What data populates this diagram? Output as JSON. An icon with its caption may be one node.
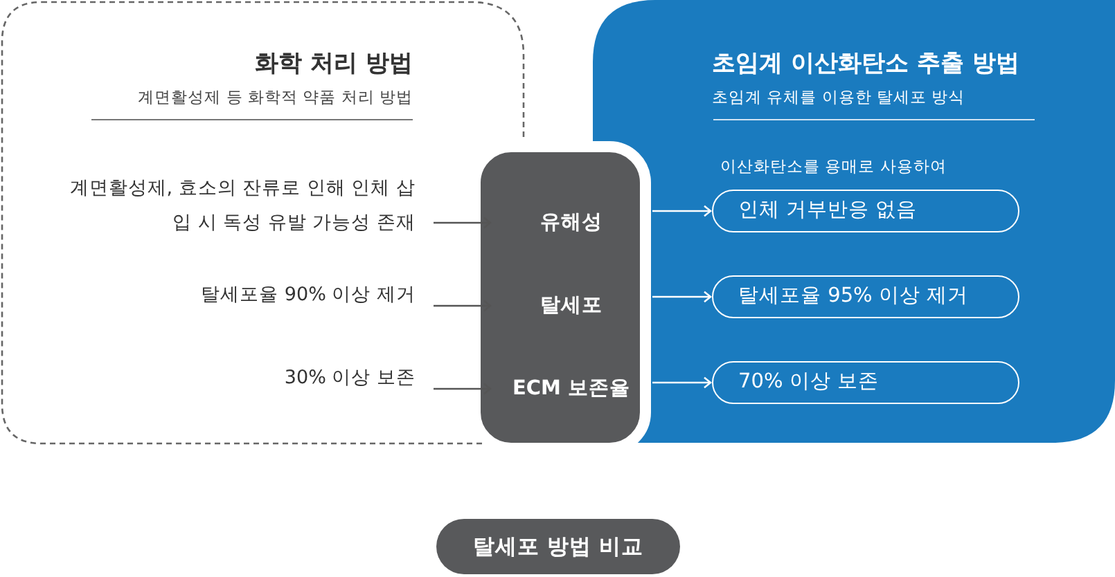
{
  "diagram": {
    "caption": "탈세포 방법 비교",
    "nodes": [
      {
        "text": [
          "화학 처리 방법",
          "계면활성제 등 화학적 약품 처리 방법"
        ]
      },
      {
        "text": [
          "초임계 이산화탄소 추출 방법",
          "초임계 유체를 이용한 탈세포 방식"
        ]
      },
      {
        "text": [
          "계면활성제, 효소의 잔류로 인해 인체 삽입 시 독성 유발 가능성 존재"
        ],
        "in": 0
      },
      {
        "text": [
          "탈세포율 90% 이상 제거"
        ],
        "in": 0
      },
      {
        "text": [
          "30% 이상 보존"
        ],
        "in": 0
      },
      {
        "text": [],
        "shape": "box"
      },
      {
        "text": [
          "유해성"
        ],
        "in": 5
      },
      {
        "text": [
          "탈세포"
        ],
        "in": 5
      },
      {
        "text": [
          "ECM 보존율"
        ],
        "in": 5
      },
      {
        "text": [
          "인체 거부반응 없음"
        ],
        "in": 1,
        "beside": [
          "이산화탄소를 용매로 사용하여"
        ]
      },
      {
        "text": [
          "탈세포율 95% 이상 제거"
        ],
        "in": 1
      },
      {
        "text": [
          "70% 이상 보존"
        ],
        "in": 1
      }
    ],
    "edges": [
      {
        "from": 2,
        "to": 6,
        "arrow": "to"
      },
      {
        "from": 3,
        "to": 7,
        "arrow": "to"
      },
      {
        "from": 4,
        "to": 8,
        "arrow": "to"
      },
      {
        "from": 6,
        "to": 9,
        "arrow": "to",
        "color": "#ffffff"
      },
      {
        "from": 7,
        "to": 10,
        "arrow": "to",
        "color": "#ffffff"
      },
      {
        "from": 8,
        "to": 11,
        "arrow": "to",
        "color": "#ffffff"
      }
    ]
  }
}
